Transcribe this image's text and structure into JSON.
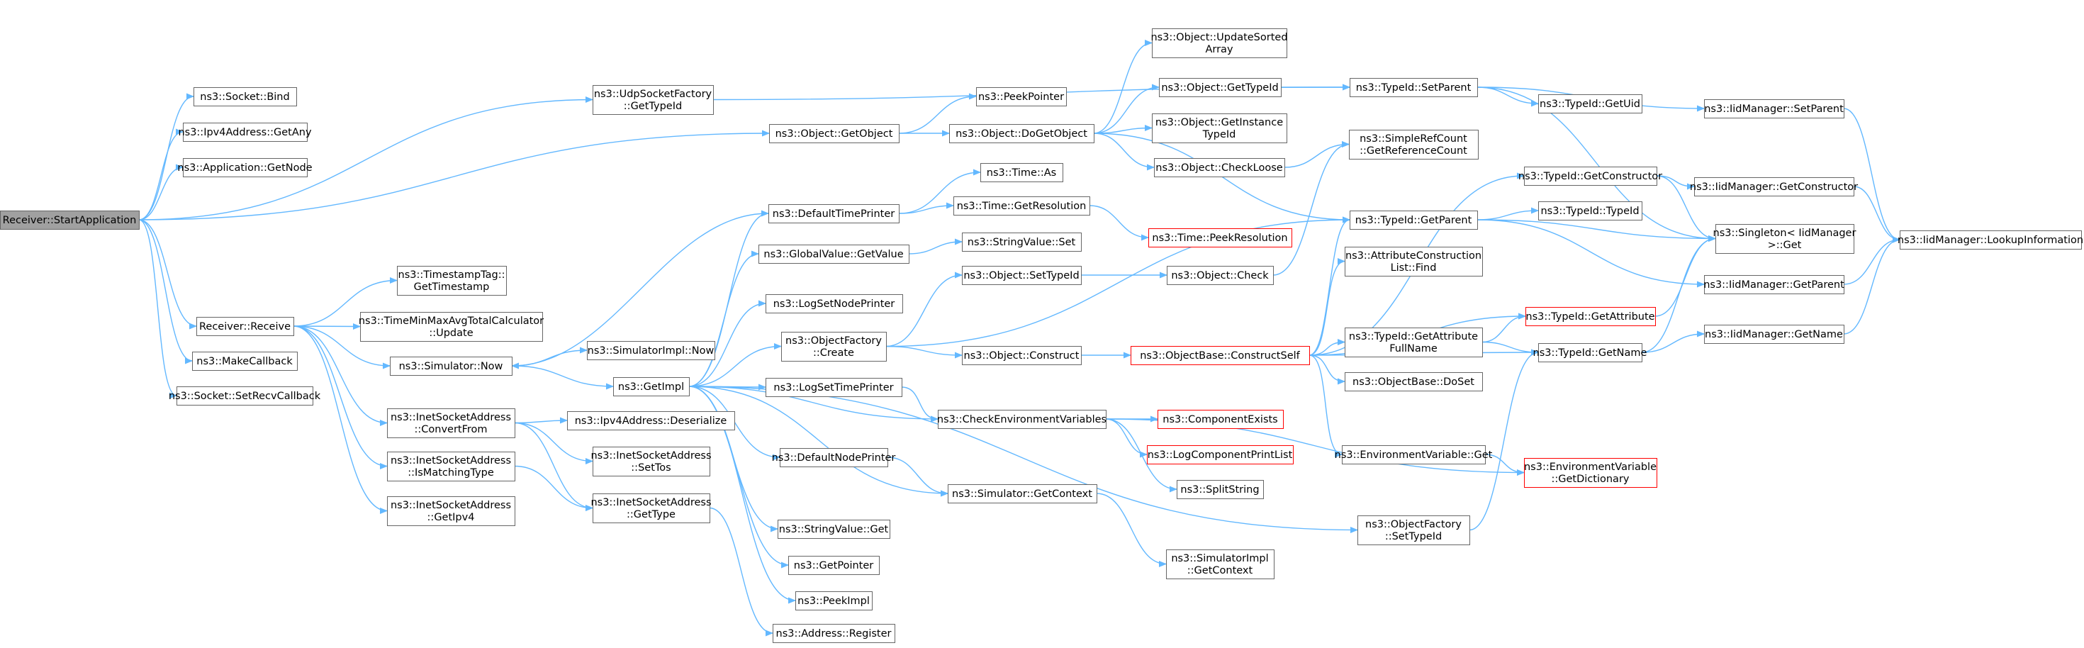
{
  "colors": {
    "edge": "#63b8ff",
    "node_border": "#666666",
    "node_fill": "#ffffff",
    "root_fill": "#a0a0a0",
    "truncated_border": "#ff0000"
  },
  "nodes": [
    {
      "id": "root",
      "lines": [
        "Receiver::StartApplication"
      ],
      "style": "root"
    },
    {
      "id": "bind",
      "lines": [
        "ns3::Socket::Bind"
      ]
    },
    {
      "id": "ipv4any",
      "lines": [
        "ns3::Ipv4Address::GetAny"
      ]
    },
    {
      "id": "appgetnode",
      "lines": [
        "ns3::Application::GetNode"
      ]
    },
    {
      "id": "receive",
      "lines": [
        "Receiver::Receive"
      ]
    },
    {
      "id": "makecb",
      "lines": [
        "ns3::MakeCallback"
      ]
    },
    {
      "id": "setrecvcb",
      "lines": [
        "ns3::Socket::SetRecvCallback"
      ]
    },
    {
      "id": "udpfactory",
      "lines": [
        "ns3::UdpSocketFactory",
        "::GetTypeId"
      ]
    },
    {
      "id": "getobject",
      "lines": [
        "ns3::Object::GetObject"
      ]
    },
    {
      "id": "tstag",
      "lines": [
        "ns3::TimestampTag::",
        "GetTimestamp"
      ]
    },
    {
      "id": "minmax",
      "lines": [
        "ns3::TimeMinMaxAvgTotalCalculator",
        "::Update"
      ]
    },
    {
      "id": "simnow",
      "lines": [
        "ns3::Simulator::Now"
      ]
    },
    {
      "id": "convertfrom",
      "lines": [
        "ns3::InetSocketAddress",
        "::ConvertFrom"
      ]
    },
    {
      "id": "ismatching",
      "lines": [
        "ns3::InetSocketAddress",
        "::IsMatchingType"
      ]
    },
    {
      "id": "getipv4",
      "lines": [
        "ns3::InetSocketAddress",
        "::GetIpv4"
      ]
    },
    {
      "id": "defaulttime",
      "lines": [
        "ns3::DefaultTimePrinter"
      ]
    },
    {
      "id": "gvgetvalue",
      "lines": [
        "ns3::GlobalValue::GetValue"
      ]
    },
    {
      "id": "lognodeprinter",
      "lines": [
        "ns3::LogSetNodePrinter"
      ]
    },
    {
      "id": "ofcreate",
      "lines": [
        "ns3::ObjectFactory",
        "::Create"
      ]
    },
    {
      "id": "getimpl",
      "lines": [
        "ns3::GetImpl"
      ]
    },
    {
      "id": "simimplnow",
      "lines": [
        "ns3::SimulatorImpl::Now"
      ]
    },
    {
      "id": "ipv4deser",
      "lines": [
        "ns3::Ipv4Address::Deserialize"
      ]
    },
    {
      "id": "settos",
      "lines": [
        "ns3::InetSocketAddress",
        "::SetTos"
      ]
    },
    {
      "id": "gettype",
      "lines": [
        "ns3::InetSocketAddress",
        "::GetType"
      ]
    },
    {
      "id": "logtimeprinter",
      "lines": [
        "ns3::LogSetTimePrinter"
      ]
    },
    {
      "id": "defnodeprinter",
      "lines": [
        "ns3::DefaultNodePrinter"
      ]
    },
    {
      "id": "svget",
      "lines": [
        "ns3::StringValue::Get"
      ]
    },
    {
      "id": "getpointer",
      "lines": [
        "ns3::GetPointer"
      ]
    },
    {
      "id": "peekimpl",
      "lines": [
        "ns3::PeekImpl"
      ]
    },
    {
      "id": "addrreg",
      "lines": [
        "ns3::Address::Register"
      ]
    },
    {
      "id": "peekpointer",
      "lines": [
        "ns3::PeekPointer"
      ]
    },
    {
      "id": "dogetobject",
      "lines": [
        "ns3::Object::DoGetObject"
      ]
    },
    {
      "id": "timeas",
      "lines": [
        "ns3::Time::As"
      ]
    },
    {
      "id": "timegetres",
      "lines": [
        "ns3::Time::GetResolution"
      ]
    },
    {
      "id": "svset",
      "lines": [
        "ns3::StringValue::Set"
      ]
    },
    {
      "id": "objsettypeid",
      "lines": [
        "ns3::Object::SetTypeId"
      ]
    },
    {
      "id": "objconstruct",
      "lines": [
        "ns3::Object::Construct"
      ]
    },
    {
      "id": "checkenv",
      "lines": [
        "ns3::CheckEnvironmentVariables"
      ]
    },
    {
      "id": "simgetctx",
      "lines": [
        "ns3::Simulator::GetContext"
      ]
    },
    {
      "id": "updatesorted",
      "lines": [
        "ns3::Object::UpdateSorted",
        "Array"
      ]
    },
    {
      "id": "objgettypeid",
      "lines": [
        "ns3::Object::GetTypeId"
      ]
    },
    {
      "id": "getinstance",
      "lines": [
        "ns3::Object::GetInstance",
        "TypeId"
      ]
    },
    {
      "id": "checkloose",
      "lines": [
        "ns3::Object::CheckLoose"
      ]
    },
    {
      "id": "peekres",
      "lines": [
        "ns3::Time::PeekResolution"
      ],
      "style": "truncated"
    },
    {
      "id": "objcheck",
      "lines": [
        "ns3::Object::Check"
      ]
    },
    {
      "id": "constructself",
      "lines": [
        "ns3::ObjectBase::ConstructSelf"
      ],
      "style": "truncated"
    },
    {
      "id": "compexists",
      "lines": [
        "ns3::ComponentExists"
      ],
      "style": "truncated"
    },
    {
      "id": "logcomplist",
      "lines": [
        "ns3::LogComponentPrintList"
      ],
      "style": "truncated"
    },
    {
      "id": "splitstring",
      "lines": [
        "ns3::SplitString"
      ]
    },
    {
      "id": "simimplctx",
      "lines": [
        "ns3::SimulatorImpl",
        "::GetContext"
      ]
    },
    {
      "id": "setparent",
      "lines": [
        "ns3::TypeId::SetParent"
      ]
    },
    {
      "id": "refcount",
      "lines": [
        "ns3::SimpleRefCount",
        "::GetReferenceCount"
      ]
    },
    {
      "id": "getparent",
      "lines": [
        "ns3::TypeId::GetParent"
      ]
    },
    {
      "id": "acfind",
      "lines": [
        "ns3::AttributeConstruction",
        "List::Find"
      ]
    },
    {
      "id": "getattrfull",
      "lines": [
        "ns3::TypeId::GetAttribute",
        "FullName"
      ]
    },
    {
      "id": "doset",
      "lines": [
        "ns3::ObjectBase::DoSet"
      ]
    },
    {
      "id": "envget",
      "lines": [
        "ns3::EnvironmentVariable::Get"
      ]
    },
    {
      "id": "ofsettypeid",
      "lines": [
        "ns3::ObjectFactory",
        "::SetTypeId"
      ]
    },
    {
      "id": "getuid",
      "lines": [
        "ns3::TypeId::GetUid"
      ]
    },
    {
      "id": "getconstructor",
      "lines": [
        "ns3::TypeId::GetConstructor"
      ]
    },
    {
      "id": "typeidctor",
      "lines": [
        "ns3::TypeId::TypeId"
      ]
    },
    {
      "id": "getattribute",
      "lines": [
        "ns3::TypeId::GetAttribute"
      ],
      "style": "truncated"
    },
    {
      "id": "getname",
      "lines": [
        "ns3::TypeId::GetName"
      ]
    },
    {
      "id": "envgetdict",
      "lines": [
        "ns3::EnvironmentVariable",
        "::GetDictionary"
      ],
      "style": "truncated"
    },
    {
      "id": "iidsetparent",
      "lines": [
        "ns3::IidManager::SetParent"
      ]
    },
    {
      "id": "iidgetctor",
      "lines": [
        "ns3::IidManager::GetConstructor"
      ]
    },
    {
      "id": "singleton",
      "lines": [
        "ns3::Singleton< IidManager",
        " >::Get"
      ]
    },
    {
      "id": "iidgetparent",
      "lines": [
        "ns3::IidManager::GetParent"
      ]
    },
    {
      "id": "iidgetname",
      "lines": [
        "ns3::IidManager::GetName"
      ]
    },
    {
      "id": "lookupinfo",
      "lines": [
        "ns3::IidManager::LookupInformation"
      ]
    }
  ],
  "edges": [
    [
      "root",
      "bind"
    ],
    [
      "root",
      "ipv4any"
    ],
    [
      "root",
      "appgetnode"
    ],
    [
      "root",
      "receive"
    ],
    [
      "root",
      "makecb"
    ],
    [
      "root",
      "setrecvcb"
    ],
    [
      "root",
      "udpfactory"
    ],
    [
      "root",
      "getobject"
    ],
    [
      "receive",
      "tstag"
    ],
    [
      "receive",
      "minmax"
    ],
    [
      "receive",
      "simnow"
    ],
    [
      "receive",
      "convertfrom"
    ],
    [
      "receive",
      "ismatching"
    ],
    [
      "receive",
      "getipv4"
    ],
    [
      "udpfactory",
      "setparent"
    ],
    [
      "getobject",
      "peekpointer"
    ],
    [
      "getobject",
      "dogetobject"
    ],
    [
      "simnow",
      "getimpl"
    ],
    [
      "simnow",
      "simimplnow"
    ],
    [
      "convertfrom",
      "ipv4deser"
    ],
    [
      "convertfrom",
      "settos"
    ],
    [
      "convertfrom",
      "gettype"
    ],
    [
      "ismatching",
      "gettype"
    ],
    [
      "gettype",
      "addrreg"
    ],
    [
      "getimpl",
      "defaulttime"
    ],
    [
      "getimpl",
      "gvgetvalue"
    ],
    [
      "getimpl",
      "lognodeprinter"
    ],
    [
      "getimpl",
      "ofcreate"
    ],
    [
      "getimpl",
      "logtimeprinter"
    ],
    [
      "getimpl",
      "defnodeprinter"
    ],
    [
      "getimpl",
      "svget"
    ],
    [
      "getimpl",
      "getpointer"
    ],
    [
      "getimpl",
      "peekimpl"
    ],
    [
      "getimpl",
      "checkenv"
    ],
    [
      "getimpl",
      "simgetctx"
    ],
    [
      "getimpl",
      "ofsettypeid"
    ],
    [
      "defaulttime",
      "timeas"
    ],
    [
      "defaulttime",
      "timegetres"
    ],
    [
      "defaulttime",
      "simnow"
    ],
    [
      "timegetres",
      "peekres"
    ],
    [
      "gvgetvalue",
      "svset"
    ],
    [
      "ofcreate",
      "objsettypeid"
    ],
    [
      "ofcreate",
      "objconstruct"
    ],
    [
      "ofcreate",
      "getparent"
    ],
    [
      "objsettypeid",
      "objcheck"
    ],
    [
      "objcheck",
      "refcount"
    ],
    [
      "objconstruct",
      "constructself"
    ],
    [
      "logtimeprinter",
      "checkenv"
    ],
    [
      "defnodeprinter",
      "simgetctx"
    ],
    [
      "checkenv",
      "compexists"
    ],
    [
      "checkenv",
      "logcomplist"
    ],
    [
      "checkenv",
      "splitstring"
    ],
    [
      "checkenv",
      "envgetdict"
    ],
    [
      "simgetctx",
      "simimplctx"
    ],
    [
      "dogetobject",
      "updatesorted"
    ],
    [
      "dogetobject",
      "objgettypeid"
    ],
    [
      "dogetobject",
      "getinstance"
    ],
    [
      "dogetobject",
      "checkloose"
    ],
    [
      "dogetobject",
      "getparent"
    ],
    [
      "objgettypeid",
      "setparent"
    ],
    [
      "checkloose",
      "refcount"
    ],
    [
      "constructself",
      "getconstructor"
    ],
    [
      "constructself",
      "getparent"
    ],
    [
      "constructself",
      "acfind"
    ],
    [
      "constructself",
      "getattribute"
    ],
    [
      "constructself",
      "getattrfull"
    ],
    [
      "constructself",
      "doset"
    ],
    [
      "constructself",
      "envget"
    ],
    [
      "constructself",
      "getname"
    ],
    [
      "envget",
      "envgetdict"
    ],
    [
      "getattrfull",
      "getattribute"
    ],
    [
      "getattrfull",
      "getname"
    ],
    [
      "ofsettypeid",
      "getname"
    ],
    [
      "setparent",
      "getuid"
    ],
    [
      "setparent",
      "iidsetparent"
    ],
    [
      "setparent",
      "singleton"
    ],
    [
      "getparent",
      "typeidctor"
    ],
    [
      "getparent",
      "singleton"
    ],
    [
      "getparent",
      "iidgetparent"
    ],
    [
      "getconstructor",
      "iidgetctor"
    ],
    [
      "getconstructor",
      "singleton"
    ],
    [
      "getattribute",
      "singleton"
    ],
    [
      "getname",
      "singleton"
    ],
    [
      "getname",
      "iidgetname"
    ],
    [
      "iidsetparent",
      "lookupinfo"
    ],
    [
      "iidgetctor",
      "lookupinfo"
    ],
    [
      "iidgetparent",
      "lookupinfo"
    ],
    [
      "iidgetname",
      "lookupinfo"
    ]
  ]
}
